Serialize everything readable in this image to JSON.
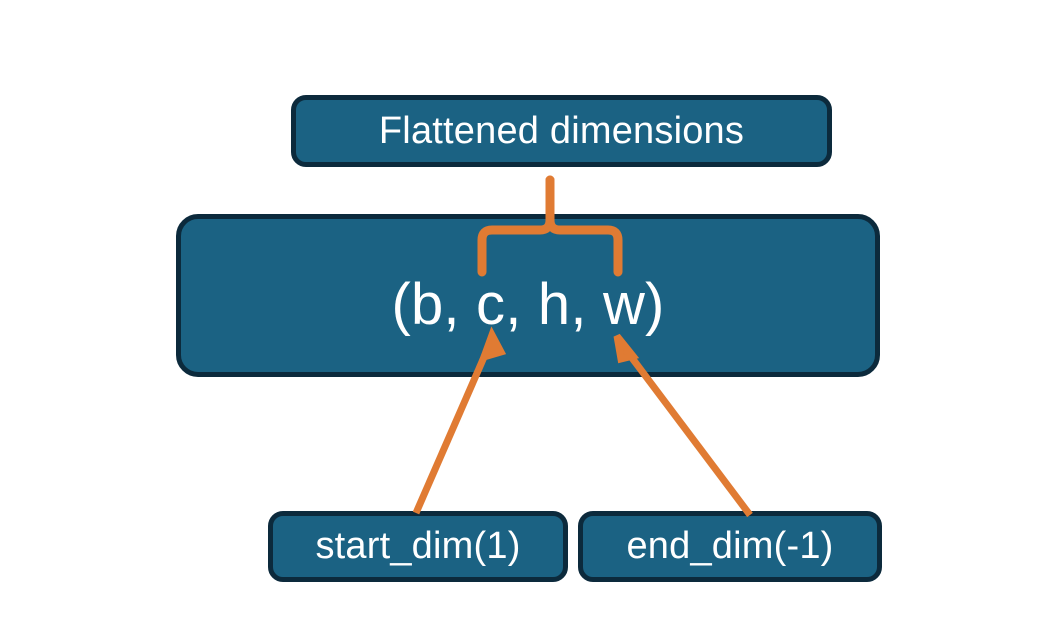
{
  "diagram": {
    "title": "Flatten dimensions diagram",
    "background_color": "#ffffff",
    "node_fill_color": "#1b6283",
    "node_border_color": "#0c2a3c",
    "node_text_color": "#ffffff",
    "connector_color": "#e07b33",
    "nodes": {
      "flattened": {
        "label": "Flattened dimensions"
      },
      "shape": {
        "label": "(b, c, h, w)"
      },
      "start_dim": {
        "label": "start_dim(1)"
      },
      "end_dim": {
        "label": "end_dim(-1)"
      }
    },
    "connectors": [
      {
        "name": "brace-flattened-to-shape",
        "type": "curly-brace",
        "points_to": "Flattened dimensions"
      },
      {
        "name": "arrow-start-dim-to-shape",
        "type": "arrow",
        "from": "start_dim(1)",
        "to": "(b, c, h, w)"
      },
      {
        "name": "arrow-end-dim-to-shape",
        "type": "arrow",
        "from": "end_dim(-1)",
        "to": "(b, c, h, w)"
      }
    ]
  }
}
